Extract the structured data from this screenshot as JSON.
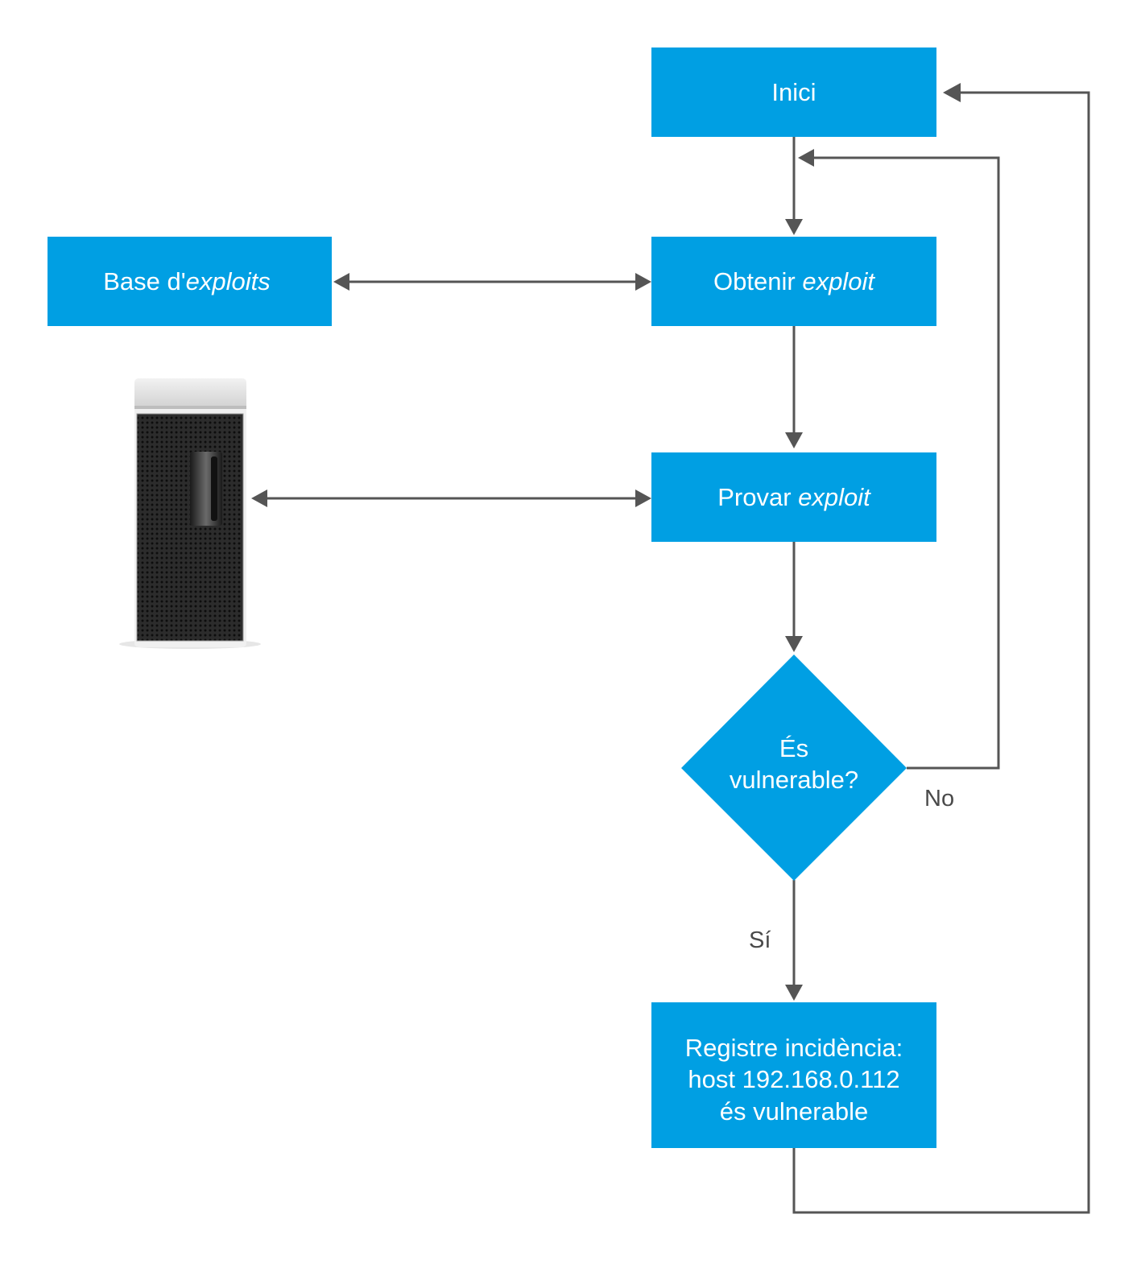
{
  "colors": {
    "box_fill": "#009fe3",
    "box_text": "#ffffff",
    "connector": "#555555",
    "edge_label": "#4a4a4a"
  },
  "nodes": {
    "start": {
      "text": "Inici"
    },
    "get_exploit": {
      "text": "Obtenir ",
      "emphasis": "exploit"
    },
    "exploit_db": {
      "text": "Base d'",
      "emphasis": "exploits"
    },
    "test_exploit": {
      "text": "Provar ",
      "emphasis": "exploit"
    },
    "decision": {
      "line1": "És",
      "line2": "vulnerable?"
    },
    "log": {
      "line1": "Registre incidència:",
      "line2": "host 192.168.0.112",
      "line3": "és vulnerable"
    }
  },
  "icons": {
    "target": "server-tower-icon"
  },
  "edge_labels": {
    "no": "No",
    "yes": "Sí"
  }
}
